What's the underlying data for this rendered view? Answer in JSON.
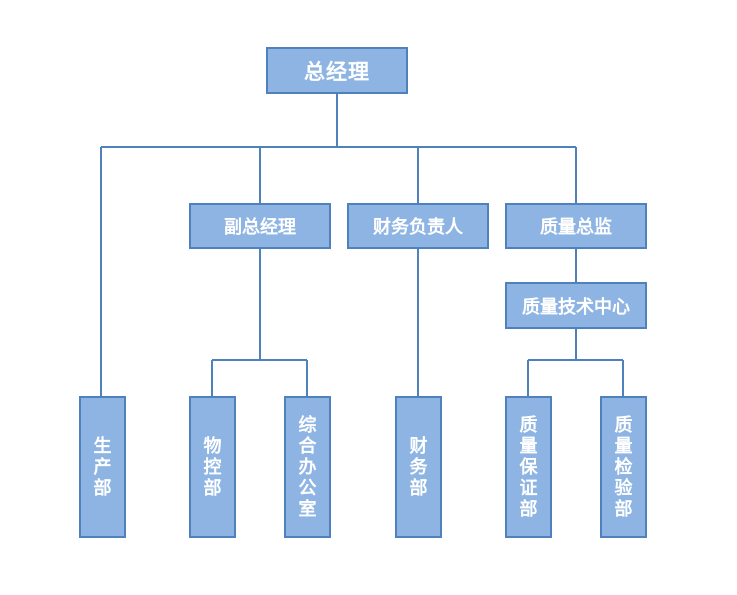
{
  "org_chart": {
    "root": "总经理",
    "deputy_gm": "副总经理",
    "finance_head": "财务负责人",
    "quality_director": "质量总监",
    "quality_tech_center": "质量技术中心",
    "departments": {
      "production": "生产部",
      "material_control": "物控部",
      "general_office": "综合办公室",
      "finance": "财务部",
      "quality_assurance": "质量保证部",
      "quality_inspection": "质量检验部"
    }
  },
  "colors": {
    "box_fill": "#8db4e2",
    "box_border": "#4f81bd",
    "line": "#4f81bd",
    "text": "#ffffff"
  }
}
